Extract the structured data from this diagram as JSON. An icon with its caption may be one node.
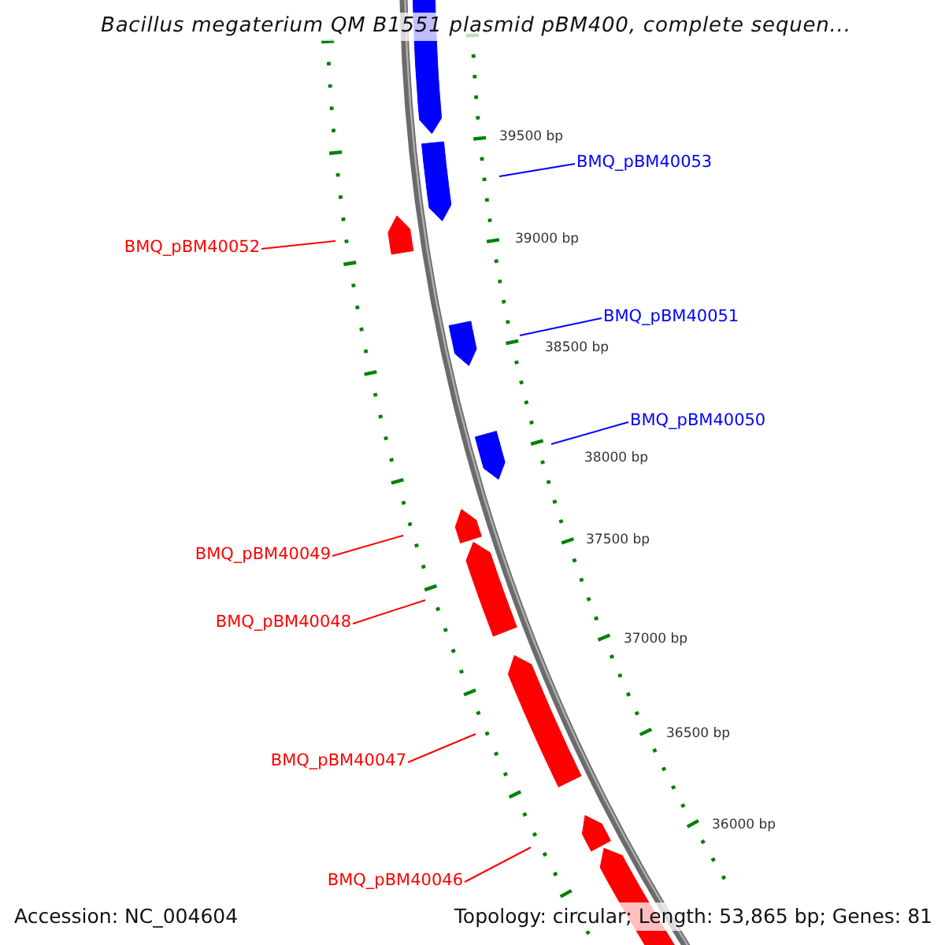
{
  "diagram": {
    "title": "Bacillus megaterium QM B1551 plasmid pBM400, complete sequen...",
    "nodes": [
      {
        "text": [
          "BMQ_pBM40053"
        ]
      },
      {
        "text": [
          "BMQ_pBM40052"
        ]
      },
      {
        "text": [
          "BMQ_pBM40051"
        ]
      },
      {
        "text": [
          "BMQ_pBM40050"
        ]
      },
      {
        "text": [
          "BMQ_pBM40049"
        ]
      },
      {
        "text": [
          "BMQ_pBM40048"
        ]
      },
      {
        "text": [
          "BMQ_pBM40047"
        ]
      },
      {
        "text": [
          "BMQ_pBM40046"
        ]
      }
    ],
    "edges": [
      {
        "from": 0,
        "to": null,
        "arrow": "none",
        "color": "#0000ff"
      },
      {
        "from": 1,
        "to": null,
        "arrow": "none",
        "color": "#ff0000"
      },
      {
        "from": 2,
        "to": null,
        "arrow": "none",
        "color": "#0000ff"
      },
      {
        "from": 3,
        "to": null,
        "arrow": "none",
        "color": "#0000ff"
      },
      {
        "from": 4,
        "to": null,
        "arrow": "none",
        "color": "#ff0000"
      },
      {
        "from": 5,
        "to": null,
        "arrow": "none",
        "color": "#ff0000"
      },
      {
        "from": 6,
        "to": null,
        "arrow": "none",
        "color": "#ff0000"
      },
      {
        "from": 7,
        "to": null,
        "arrow": "none",
        "color": "#ff0000"
      }
    ],
    "labels": [
      "39500 bp",
      "39000 bp",
      "38500 bp",
      "38000 bp",
      "37500 bp",
      "37000 bp",
      "36500 bp",
      "36000 bp",
      "Accession: NC_004604",
      "Topology: circular; Length: 53,865 bp; Genes: 81"
    ]
  }
}
